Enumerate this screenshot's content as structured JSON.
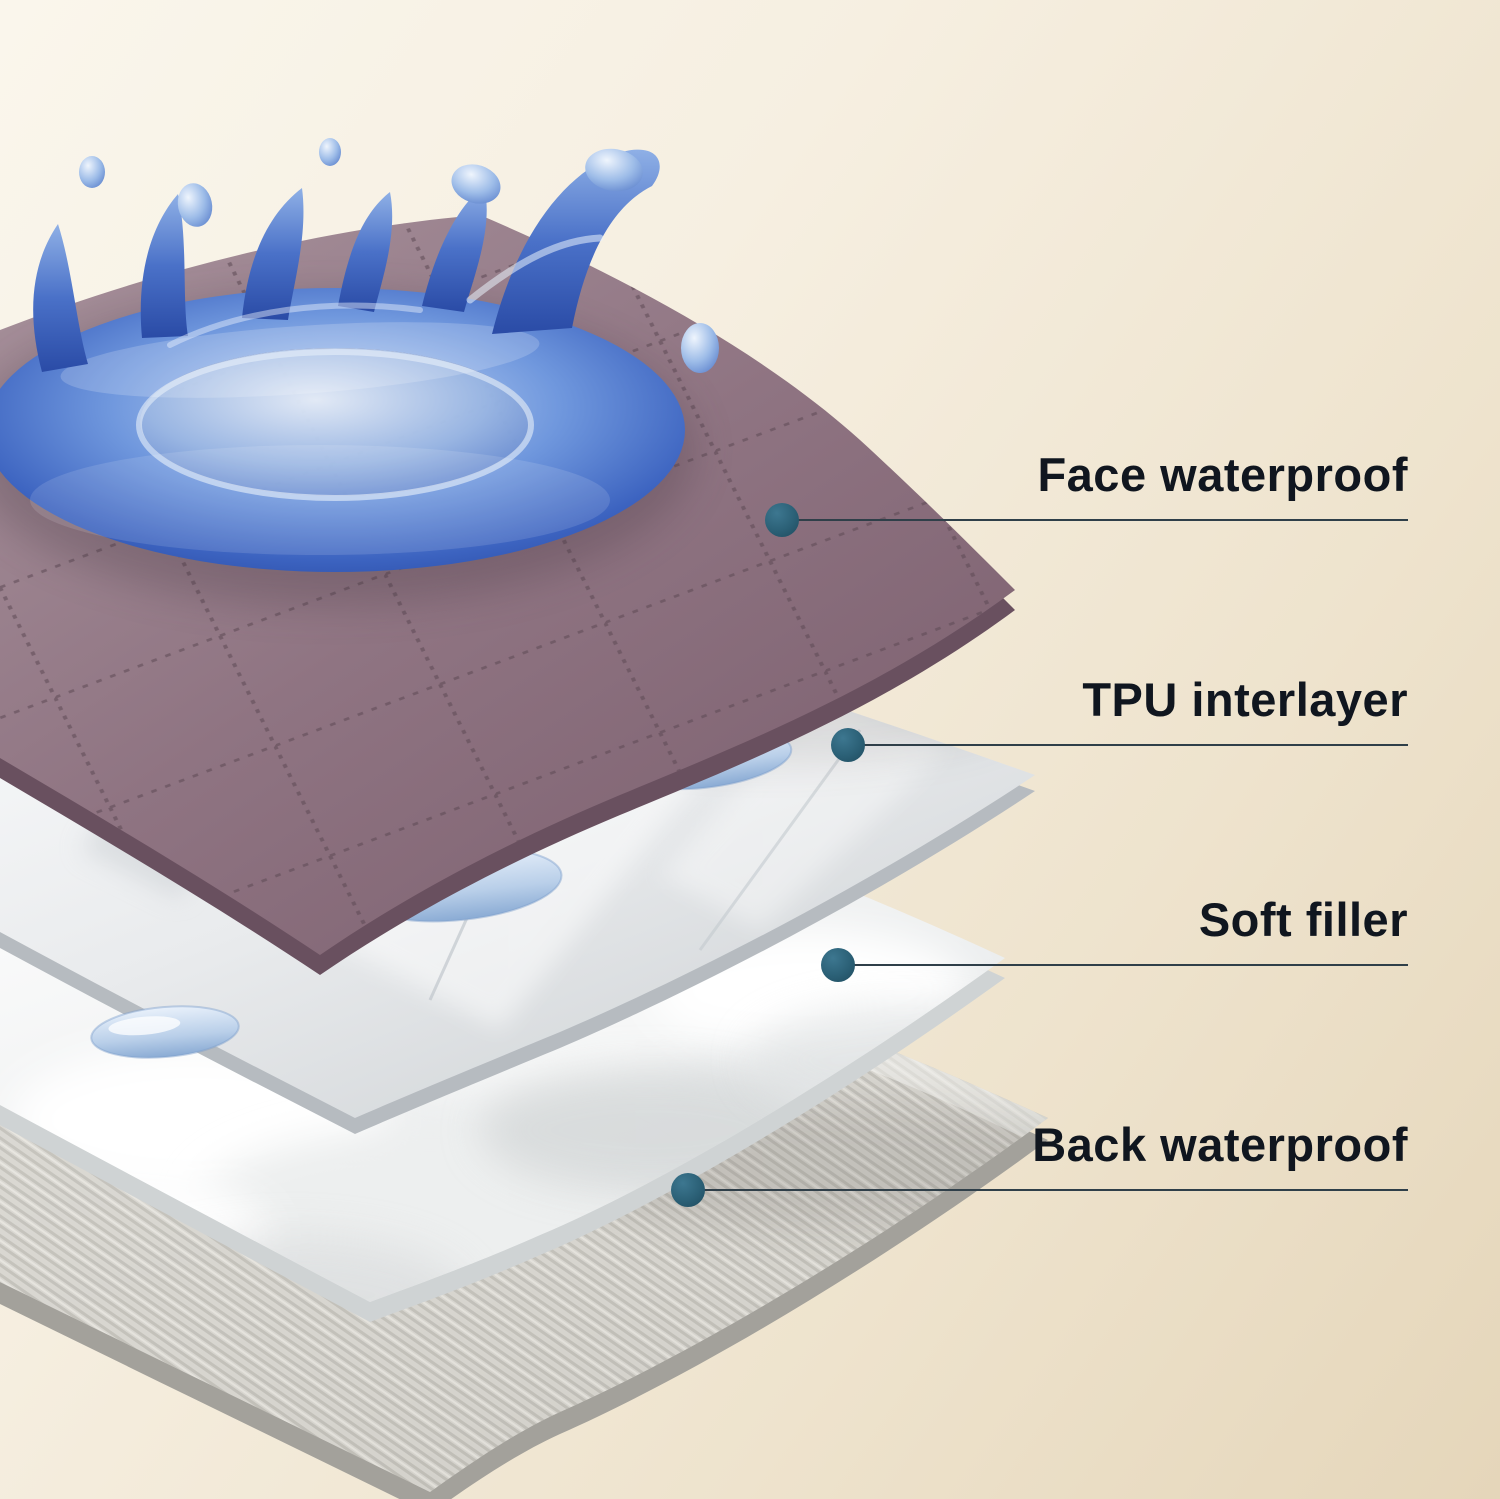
{
  "callouts": [
    {
      "id": "face-waterproof",
      "label": "Face waterproof"
    },
    {
      "id": "tpu-interlayer",
      "label": "TPU interlayer"
    },
    {
      "id": "soft-filler",
      "label": "Soft filler"
    },
    {
      "id": "back-waterproof",
      "label": "Back waterproof"
    }
  ],
  "layers": [
    {
      "name": "face-waterproof-layer",
      "label": "Face waterproof",
      "color": "#8f7482"
    },
    {
      "name": "tpu-interlayer-layer",
      "label": "TPU interlayer",
      "color": "#e9ebed"
    },
    {
      "name": "soft-filler-layer",
      "label": "Soft filler",
      "color": "#f4f5f5"
    },
    {
      "name": "back-waterproof-layer",
      "label": "Back waterproof",
      "color": "#d2d0ca"
    }
  ],
  "colors": {
    "callout_dot": "#2b6076",
    "callout_line": "#2f3f49",
    "callout_text": "#10161f",
    "background_light": "#f9f4ea",
    "background_dark": "#e5d6ba",
    "water": "#3c63c0"
  }
}
